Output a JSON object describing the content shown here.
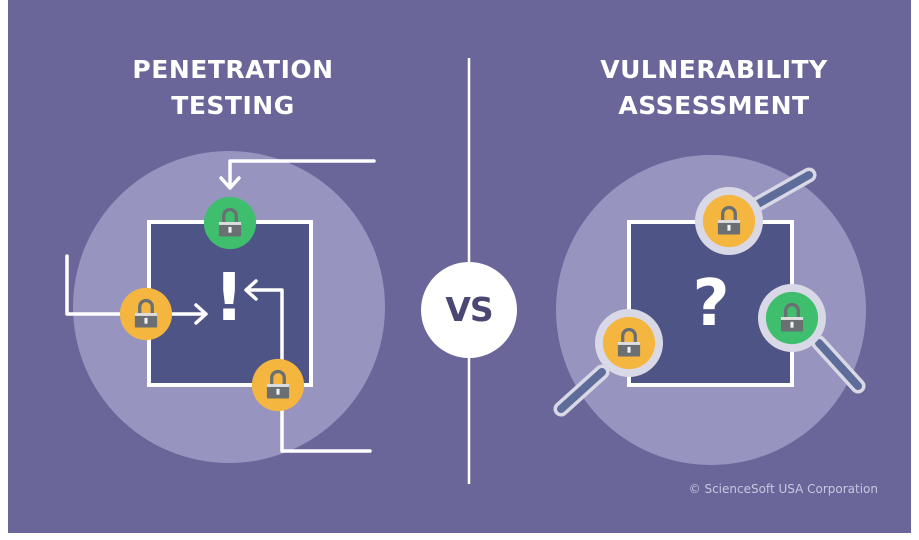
{
  "left_panel": {
    "title_line1": "PENETRATION",
    "title_line2": "TESTING",
    "center_symbol": "!"
  },
  "right_panel": {
    "title_line1": "VULNERABILITY",
    "title_line2": "ASSESSMENT",
    "center_symbol": "?"
  },
  "versus_label": "VS",
  "copyright": "© ScienceSoft USA Corporation",
  "colors": {
    "background": "#6a6699",
    "halo": "#9794c0",
    "inner_square": "#4e5486",
    "line_white": "#ffffff",
    "lock_orange": "#f4b63f",
    "lock_green": "#3fbf6e",
    "lock_body": "#6a6f73",
    "lens_rim": "#d8d8e6",
    "handle": "#5d6c98",
    "vs_text": "#4a4873"
  },
  "icons": {
    "left_locks": [
      "padlock-icon",
      "padlock-icon",
      "padlock-icon"
    ],
    "right_locks": [
      "padlock-icon",
      "padlock-icon",
      "padlock-icon"
    ],
    "right_tools": [
      "magnifier-icon",
      "magnifier-icon",
      "magnifier-icon"
    ]
  }
}
